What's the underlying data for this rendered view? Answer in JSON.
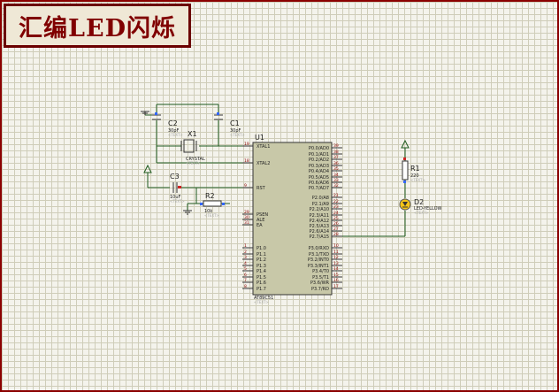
{
  "title": "汇编LED闪烁",
  "chip": {
    "ref": "U1",
    "type": "AT89C51",
    "text": "<TEXT>",
    "left_pins": [
      {
        "num": "19",
        "name": "XTAL1"
      },
      {
        "num": "18",
        "name": "XTAL2"
      },
      {
        "num": "9",
        "name": "RST"
      },
      {
        "num": "29",
        "name": "PSEN"
      },
      {
        "num": "30",
        "name": "ALE"
      },
      {
        "num": "31",
        "name": "EA"
      },
      {
        "num": "1",
        "name": "P1.0"
      },
      {
        "num": "2",
        "name": "P1.1"
      },
      {
        "num": "3",
        "name": "P1.2"
      },
      {
        "num": "4",
        "name": "P1.3"
      },
      {
        "num": "5",
        "name": "P1.4"
      },
      {
        "num": "6",
        "name": "P1.5"
      },
      {
        "num": "7",
        "name": "P1.6"
      },
      {
        "num": "8",
        "name": "P1.7"
      }
    ],
    "right_pins": [
      {
        "num": "39",
        "name": "P0.0/AD0"
      },
      {
        "num": "38",
        "name": "P0.1/AD1"
      },
      {
        "num": "37",
        "name": "P0.2/AD2"
      },
      {
        "num": "36",
        "name": "P0.3/AD3"
      },
      {
        "num": "35",
        "name": "P0.4/AD4"
      },
      {
        "num": "34",
        "name": "P0.5/AD5"
      },
      {
        "num": "33",
        "name": "P0.6/AD6"
      },
      {
        "num": "32",
        "name": "P0.7/AD7"
      },
      {
        "num": "21",
        "name": "P2.0/A8"
      },
      {
        "num": "22",
        "name": "P2.1/A9"
      },
      {
        "num": "23",
        "name": "P2.2/A10"
      },
      {
        "num": "24",
        "name": "P2.3/A11"
      },
      {
        "num": "25",
        "name": "P2.4/A12"
      },
      {
        "num": "26",
        "name": "P2.5/A13"
      },
      {
        "num": "27",
        "name": "P2.6/A14"
      },
      {
        "num": "28",
        "name": "P2.7/A15"
      },
      {
        "num": "10",
        "name": "P3.0/RXD"
      },
      {
        "num": "11",
        "name": "P3.1/TXD"
      },
      {
        "num": "12",
        "name": "P3.2/INT0"
      },
      {
        "num": "13",
        "name": "P3.3/INT1"
      },
      {
        "num": "14",
        "name": "P3.4/T0"
      },
      {
        "num": "15",
        "name": "P3.5/T1"
      },
      {
        "num": "16",
        "name": "P3.6/WR"
      },
      {
        "num": "17",
        "name": "P3.7/RD"
      }
    ]
  },
  "components": {
    "c1": {
      "ref": "C1",
      "value": "30pF",
      "text": "<TEXT>"
    },
    "c2": {
      "ref": "C2",
      "value": "30pF",
      "text": "<TEXT>"
    },
    "c3": {
      "ref": "C3",
      "value": "10uF",
      "text": "<TEXT>"
    },
    "x1": {
      "ref": "X1",
      "value": "CRYSTAL",
      "text": "<TEXT>"
    },
    "r1": {
      "ref": "R1",
      "value": "220",
      "text": "<TEXT>"
    },
    "r2": {
      "ref": "R2",
      "value": "10k",
      "text": "<TEXT>"
    },
    "d2": {
      "ref": "D2",
      "value": "LED-YELLOW",
      "text": "<TEXT>"
    }
  },
  "colors": {
    "border": "#8b0000",
    "title_text": "#800000",
    "wire": "#1e5a1e",
    "chip_fill": "#c8c8a8",
    "led_fill": "#f5c518"
  }
}
